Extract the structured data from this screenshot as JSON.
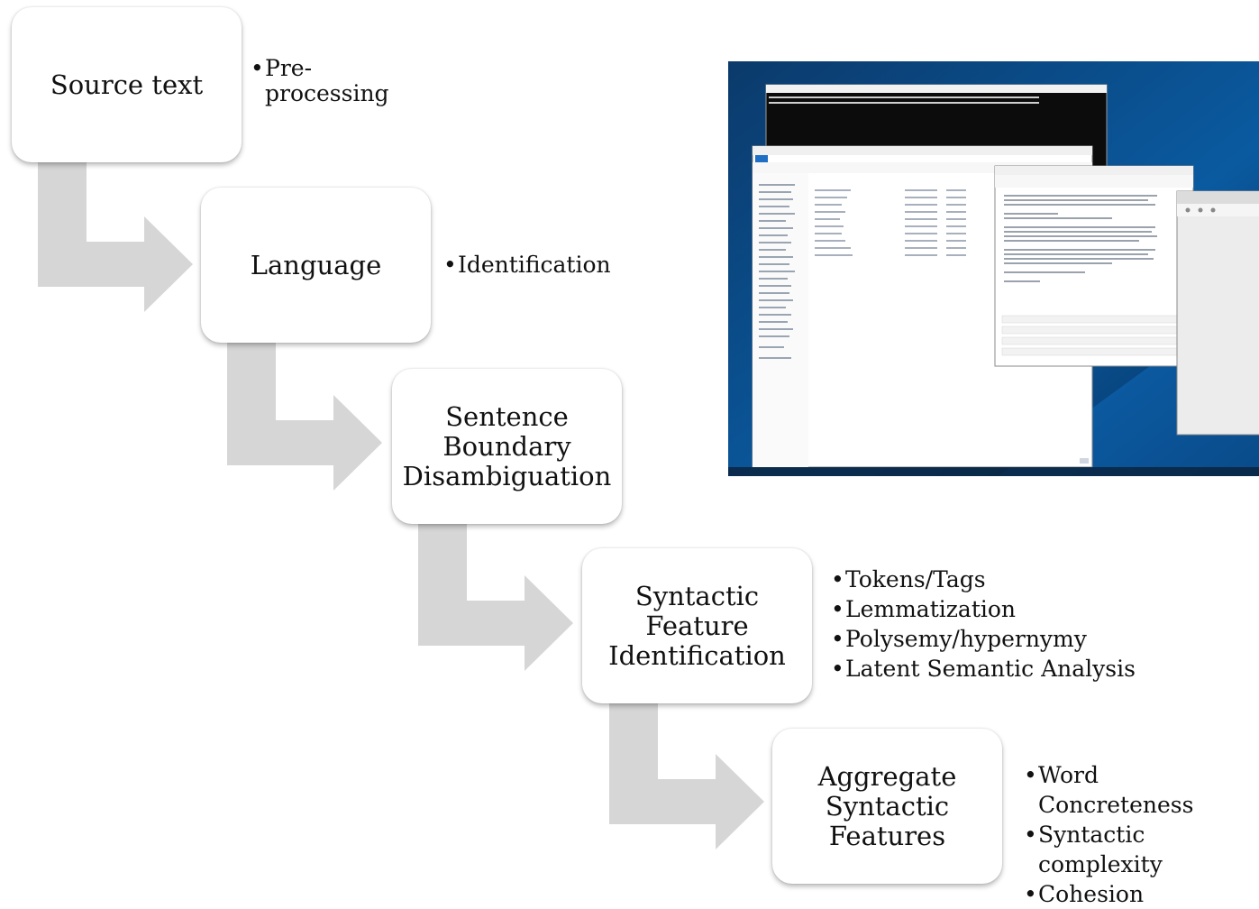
{
  "steps": [
    {
      "label": "Source text",
      "bullets": [
        "Pre-\nprocessing"
      ]
    },
    {
      "label": "Language",
      "bullets": [
        "Identification"
      ]
    },
    {
      "label": "Sentence\nBoundary\nDisambiguation",
      "bullets": []
    },
    {
      "label": "Syntactic\nFeature\nIdentification",
      "bullets": [
        "Tokens/Tags",
        "Lemmatization",
        "Polysemy/hypernymy",
        "Latent Semantic Analysis"
      ]
    },
    {
      "label": "Aggregate\nSyntactic\nFeatures",
      "bullets": [
        "Word Concreteness",
        "Syntactic complexity",
        "Cohesion"
      ]
    }
  ],
  "colors": {
    "arrow": "#d6d6d6",
    "desktop": "#0a4a82",
    "console": "#0c0c0c",
    "window": "#ffffff",
    "ribbon": "#1f6fc4"
  }
}
